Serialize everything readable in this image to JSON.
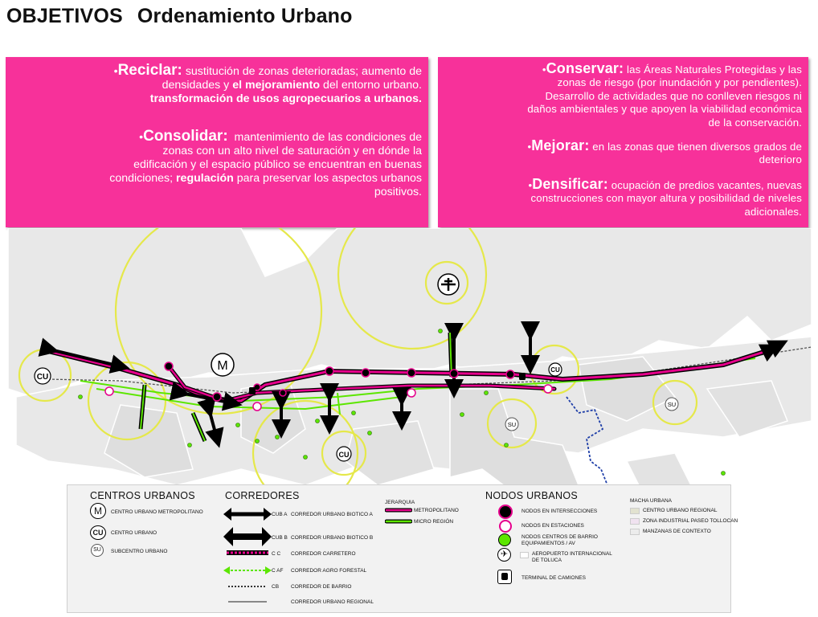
{
  "title": {
    "main": "OBJETIVOS",
    "sub": "Ordenamiento Urbano"
  },
  "left_box": {
    "reciclar": {
      "keyword": "Reciclar:",
      "l1": "sustitución de zonas  deterioradas; aumento de",
      "l2a": "densidades y ",
      "l2b": "el mejoramiento",
      "l2c": " del entorno urbano.",
      "l3": "transformación de usos agropecuarios a urbanos."
    },
    "consolidar": {
      "keyword": "Consolidar:",
      "l1": "mantenimiento de las condiciones de",
      "l2": "zonas con un alto nivel de saturación y en dónde la",
      "l3": "edificación y el espacio público se encuentran en buenas",
      "l4a": "condiciones; ",
      "l4b": "regulación",
      "l4c": " para preservar los aspectos urbanos",
      "l5": "positivos."
    }
  },
  "right_box": {
    "conservar": {
      "keyword": "Conservar:",
      "l1": "las Áreas Naturales Protegidas y las",
      "l2": "zonas de riesgo (por inundación y por pendientes).",
      "l3": "Desarrollo de actividades que no conlleven riesgos ni",
      "l4": "daños ambientales y que apoyen la viabilidad económica",
      "l5": "de la conservación."
    },
    "mejorar": {
      "keyword": "Mejorar:",
      "l1": "en las zonas que tienen diversos grados de",
      "l2": "deterioro"
    },
    "densificar": {
      "keyword": "Densificar:",
      "l1": "ocupación de predios vacantes, nuevas",
      "l2": "construcciones con mayor altura y posibilidad de niveles",
      "l3": "adicionales."
    }
  },
  "map": {
    "label_m": "M",
    "label_cu": "CU",
    "label_su": "SU",
    "colors": {
      "pink": "#e6008c",
      "green": "#5ce600",
      "yellow": "#e5e84a",
      "black": "#000000",
      "blue": "#1f3fa8"
    }
  },
  "legend": {
    "centros_title": "CENTROS URBANOS",
    "centro_metropolitano": "CENTRO URBANO METROPOLITANO",
    "centro_urbano": "CENTRO URBANO",
    "subcentro": "SUBCENTRO URBANO",
    "corredores_title": "CORREDORES",
    "cub_a_code": "CUB A",
    "cub_a": "CORREDOR URBANO BIOTICO  A",
    "cub_b_code": "CUB B",
    "cub_b": "CORREDOR URBANO BIOTICO  B",
    "cc_code": "C C",
    "cc": "CORREDOR CARRETERO",
    "caf_code": "C AF",
    "caf": "CORREDOR AGRO FORESTAL",
    "cb_code": "CB",
    "cb": "CORREDOR DE BARRIO",
    "regional": "CORREDOR URBANO REGIONAL",
    "jerarquia": "JERARQUIA",
    "metropolitano": "METROPOLITANO",
    "micro_region": "MICRO REGIÓN",
    "nodos_title": "NODOS URBANOS",
    "nodos_intersecciones": "NODOS EN INTERSECCIONES",
    "nodos_estaciones": "NODOS EN ESTACIONES",
    "nodos_barrio_1": "NODOS CENTROS DE BARRIO",
    "nodos_barrio_2": "EQUIPAMIENTOS / AV",
    "aeropuerto_1": "AEROPUERTO INTERNACIONAL",
    "aeropuerto_2": "DE TOLUCA",
    "terminal": "TERMINAL DE CAMIONES",
    "mancha": "MACHA URBANA",
    "centro_regional": "CENTRO URBANO REGIONAL",
    "zona_industrial": "ZONA INDUSTRIAL PASEO TOLLOCAN",
    "manzanas": "MANZANAS DE CONTEXTO"
  }
}
